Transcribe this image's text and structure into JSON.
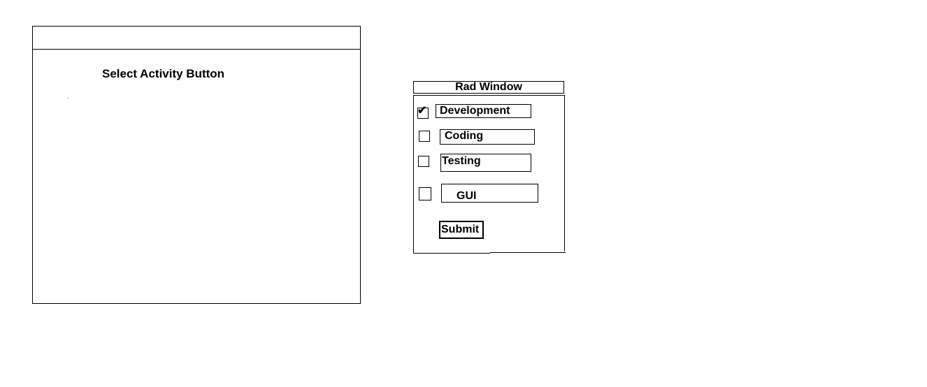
{
  "left_panel": {
    "heading": "Select Activity Button"
  },
  "rad_window": {
    "title": "Rad Window",
    "options": [
      {
        "label": "Development",
        "checked": true
      },
      {
        "label": "Coding",
        "checked": false
      },
      {
        "label": "Testing",
        "checked": false
      },
      {
        "label": "GUI",
        "checked": false
      }
    ],
    "submit_label": "Submit"
  }
}
